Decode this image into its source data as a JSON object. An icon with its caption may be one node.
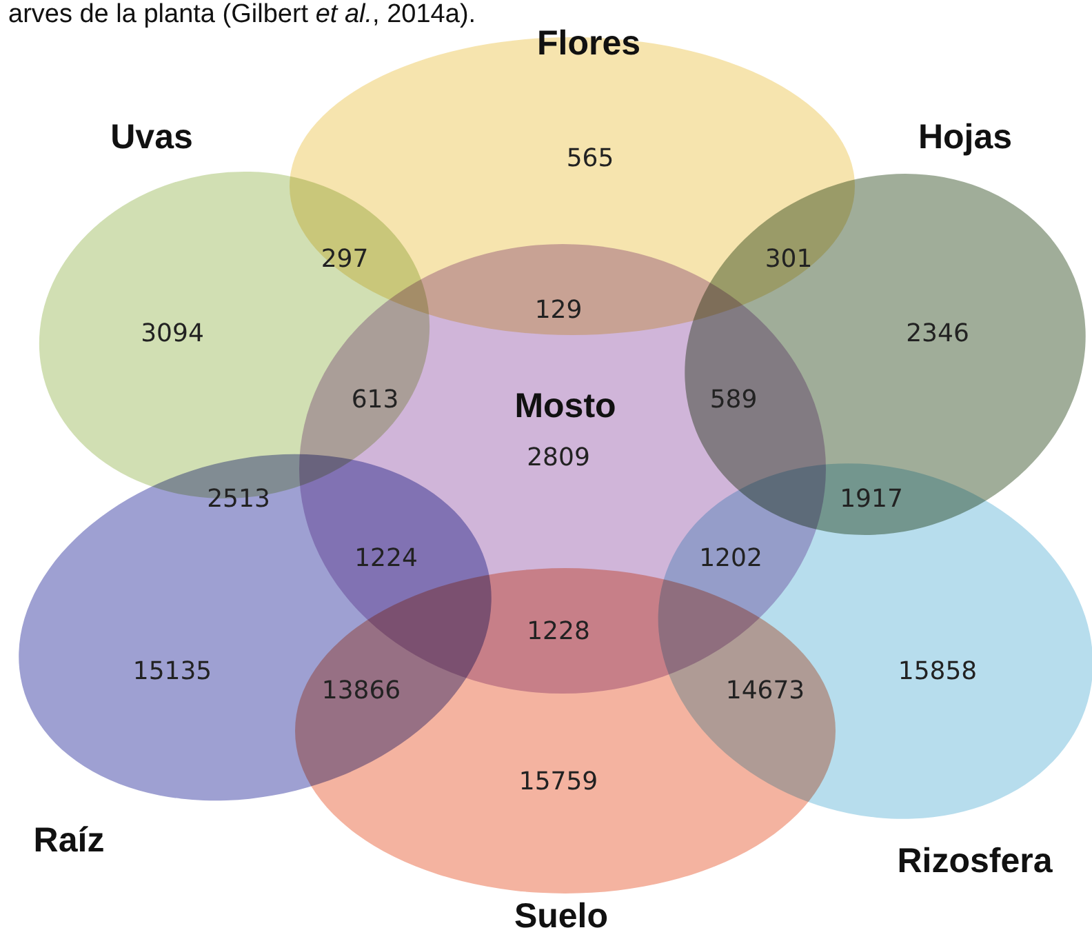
{
  "diagram": {
    "nodes": [
      {
        "text": [
          "Flores"
        ]
      },
      {
        "text": [
          "Uvas"
        ]
      },
      {
        "text": [
          "Hojas"
        ]
      },
      {
        "text": [
          "Mosto"
        ]
      },
      {
        "text": [
          "Raíz"
        ]
      },
      {
        "text": [
          "Rizosfera"
        ]
      },
      {
        "text": [
          "Suelo"
        ]
      }
    ],
    "edges": [],
    "labels": [
      "arves de la planta (Gilbert *et al.*, 2014a).",
      "565",
      "297",
      "301",
      "129",
      "3094",
      "2346",
      "613",
      "589",
      "2809",
      "2513",
      "1917",
      "1224",
      "1202",
      "1228",
      "15135",
      "15858",
      "13866",
      "14673",
      "15759"
    ]
  }
}
